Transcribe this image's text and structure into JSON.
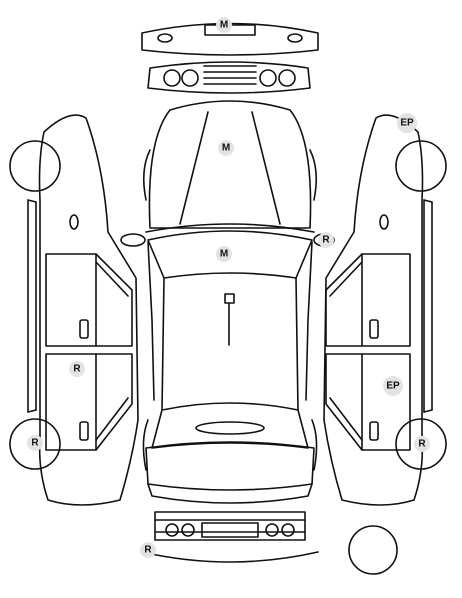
{
  "markers": {
    "front_bumper": "M",
    "hood": "M",
    "windshield": "M",
    "right_mirror": "R",
    "right_front_fender": "EP",
    "right_rear_door": "EP",
    "right_rear_wheel": "R",
    "left_rear_door": "R",
    "left_rear_wheel": "R",
    "rear_bumper": "R"
  }
}
